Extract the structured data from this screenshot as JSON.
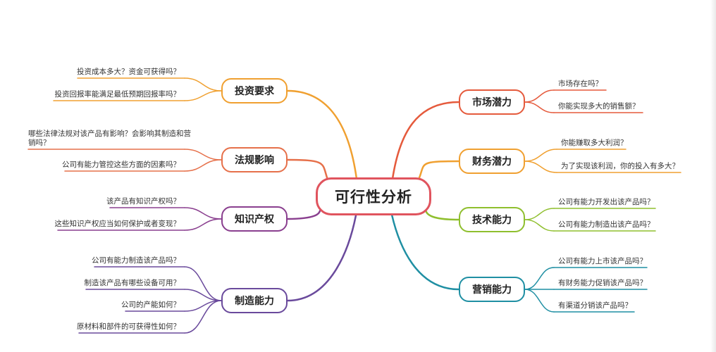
{
  "center": {
    "label": "可行性分析",
    "color": "#e0545e"
  },
  "branches": [
    {
      "id": "invest",
      "label": "投资要求",
      "color": "#f0a030",
      "leaves": [
        "投资成本多大？资金可获得吗？",
        "投资回报率能满足最低预期回报率吗？"
      ]
    },
    {
      "id": "law",
      "label": "法规影响",
      "color": "#e6704a",
      "leaves": [
        "哪些法律法规对该产品有影响？会影响其制造和营销吗？",
        "公司有能力管控这些方面的因素吗？"
      ]
    },
    {
      "id": "ip",
      "label": "知识产权",
      "color": "#8a3f8f",
      "leaves": [
        "该产品有知识产权吗？",
        "这些知识产权应当如何保护或者变现？"
      ]
    },
    {
      "id": "mfg",
      "label": "制造能力",
      "color": "#6a4a9c",
      "leaves": [
        "公司有能力制造该产品吗？",
        "制造该产品有哪些设备可用？",
        "公司的产能如何？",
        "原材料和部件的可获得性如何？"
      ]
    },
    {
      "id": "market",
      "label": "市场潜力",
      "color": "#e55a3c",
      "leaves": [
        "市场存在吗？",
        "你能实现多大的销售额？"
      ]
    },
    {
      "id": "finance",
      "label": "财务潜力",
      "color": "#f0a030",
      "leaves": [
        "你能赚取多大利润？",
        "为了实现该利润，你的投入有多大？"
      ]
    },
    {
      "id": "tech",
      "label": "技术能力",
      "color": "#8fbf2e",
      "leaves": [
        "公司有能力开发出该产品吗？",
        "公司有能力制造出该产品吗？"
      ]
    },
    {
      "id": "sales",
      "label": "营销能力",
      "color": "#1f8fa3",
      "leaves": [
        "公司有能力上市该产品吗？",
        "有财务能力促销该产品吗？",
        "有渠道分销该产品吗？"
      ]
    }
  ]
}
